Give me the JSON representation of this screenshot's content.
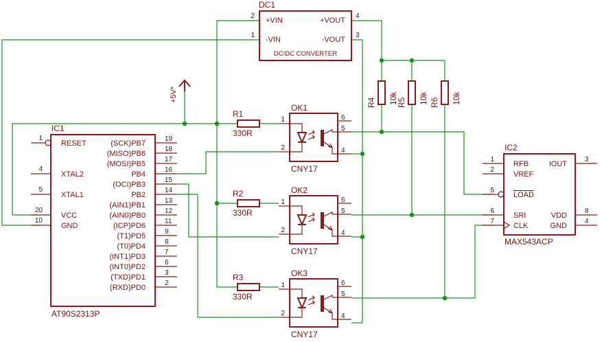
{
  "colors": {
    "part": "#8b1a1a",
    "wire": "#1a8f1a",
    "background": "#ffffff"
  },
  "dc1": {
    "name": "DC1",
    "pins": {
      "vin_plus": "+VIN",
      "vin_minus": "-VIN",
      "vout_plus": "+VOUT",
      "vout_minus": "-VOUT"
    },
    "desc": "DC/DC CONVERTER",
    "pin_numbers": {
      "vin_plus": "2",
      "vin_minus": "1",
      "vout_plus": "4",
      "vout_minus": "3"
    }
  },
  "supply": {
    "label": "+5V*"
  },
  "ic1": {
    "name": "IC1",
    "value": "AT90S2313P",
    "left_pins": [
      {
        "num": "1",
        "label": "RESET"
      },
      {
        "num": "4",
        "label": "XTAL2"
      },
      {
        "num": "5",
        "label": "XTAL1"
      },
      {
        "num": "20",
        "label": "VCC"
      },
      {
        "num": "10",
        "label": "GND"
      }
    ],
    "right_pins": [
      {
        "num": "19",
        "label": "(SCK)PB7"
      },
      {
        "num": "18",
        "label": "(MISO)PB6"
      },
      {
        "num": "17",
        "label": "(MOSI)PB5"
      },
      {
        "num": "16",
        "label": "PB4"
      },
      {
        "num": "15",
        "label": "(OCI)PB3"
      },
      {
        "num": "14",
        "label": "PB2"
      },
      {
        "num": "13",
        "label": "(AIN1)PB1"
      },
      {
        "num": "12",
        "label": "(AIN0)PB0"
      },
      {
        "num": "11",
        "label": "(ICP)PD6"
      },
      {
        "num": "9",
        "label": "(T1)PD5"
      },
      {
        "num": "8",
        "label": "(T0)PD4"
      },
      {
        "num": "7",
        "label": "(INT1)PD3"
      },
      {
        "num": "6",
        "label": "(INT0)PD2"
      },
      {
        "num": "3",
        "label": "(TXD)PD1"
      },
      {
        "num": "2",
        "label": "(RXD)PD0"
      }
    ]
  },
  "resistors": [
    {
      "name": "R1",
      "value": "330R"
    },
    {
      "name": "R2",
      "value": "330R"
    },
    {
      "name": "R3",
      "value": "330R"
    }
  ],
  "pullups": [
    {
      "name": "R4",
      "value": "10k"
    },
    {
      "name": "R5",
      "value": "10k"
    },
    {
      "name": "R6",
      "value": "10k"
    }
  ],
  "optos": [
    {
      "name": "OK1",
      "value": "CNY17",
      "pins": {
        "p1": "1",
        "p2": "2",
        "p4": "4",
        "p5": "5",
        "p6": "6"
      }
    },
    {
      "name": "OK2",
      "value": "CNY17",
      "pins": {
        "p1": "1",
        "p2": "2",
        "p4": "4",
        "p5": "5",
        "p6": "6"
      }
    },
    {
      "name": "OK3",
      "value": "CNY17",
      "pins": {
        "p1": "1",
        "p2": "2",
        "p4": "4",
        "p5": "5",
        "p6": "6"
      }
    }
  ],
  "ic2": {
    "name": "IC2",
    "value": "MAX543ACP",
    "left_pins": [
      {
        "num": "1",
        "label": "RFB"
      },
      {
        "num": "2",
        "label": "VREF"
      },
      {
        "num": "5",
        "label": "LOAD"
      },
      {
        "num": "6",
        "label": "SRI"
      },
      {
        "num": "7",
        "label": "CLK"
      }
    ],
    "right_pins": [
      {
        "num": "3",
        "label": "IOUT"
      },
      {
        "num": "8",
        "label": "VDD"
      },
      {
        "num": "4",
        "label": "GND"
      }
    ]
  }
}
